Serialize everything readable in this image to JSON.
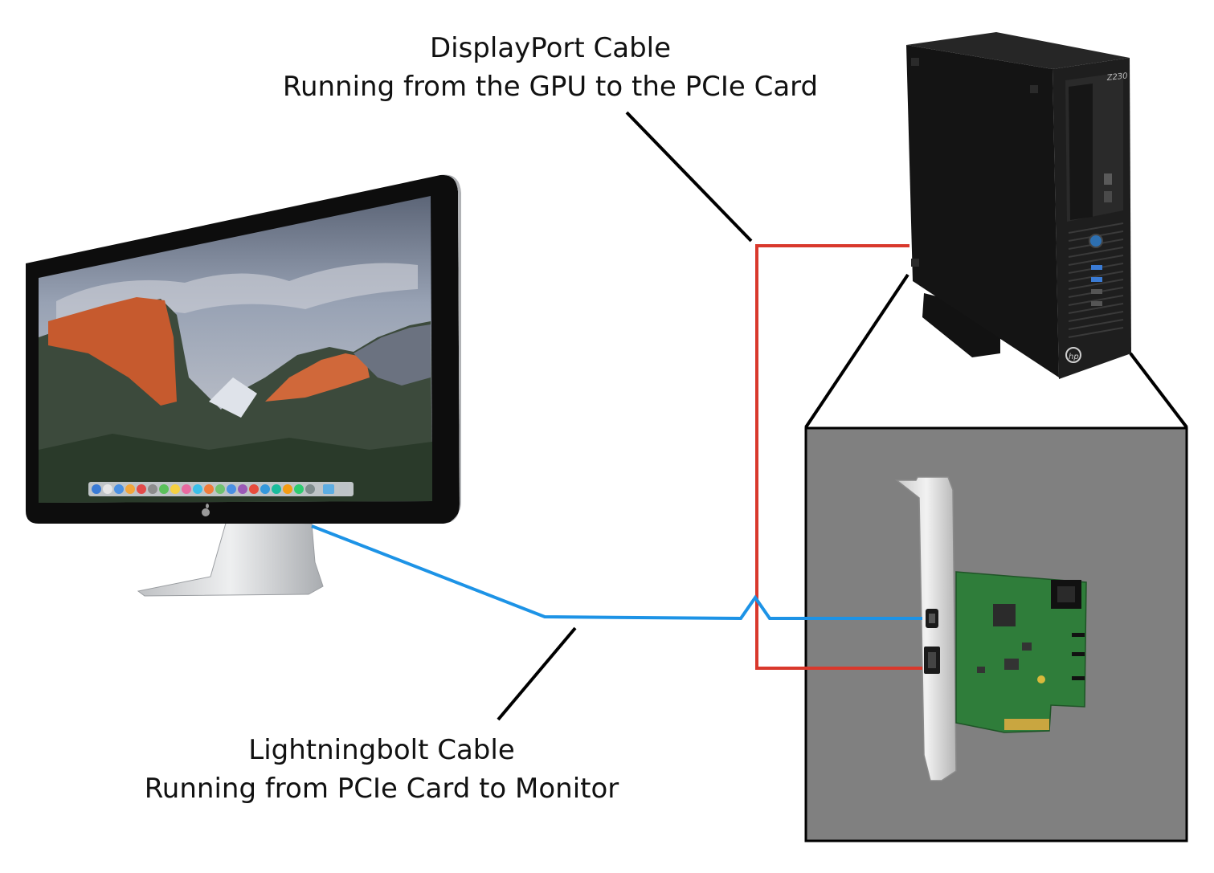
{
  "labels": {
    "displayport": {
      "line1": "DisplayPort Cable",
      "line2": "Running from the GPU to the PCIe Card"
    },
    "lightningbolt": {
      "line1": "Lightningbolt Cable",
      "line2": "Running from PCIe Card to Monitor"
    }
  },
  "device_text": {
    "tower_model": "Z230"
  },
  "colors": {
    "displayport_cable": "#d9382c",
    "lightningbolt_cable": "#1d93e6",
    "pointer_line": "#000000",
    "zoom_background": "#808080",
    "pcb": "#2f7d3a",
    "tower": "#1b1b1b"
  },
  "icons": {
    "monitor": "thunderbolt-display-icon",
    "tower": "hp-z230-workstation-icon",
    "card": "pcie-thunderbolt-card-icon"
  }
}
